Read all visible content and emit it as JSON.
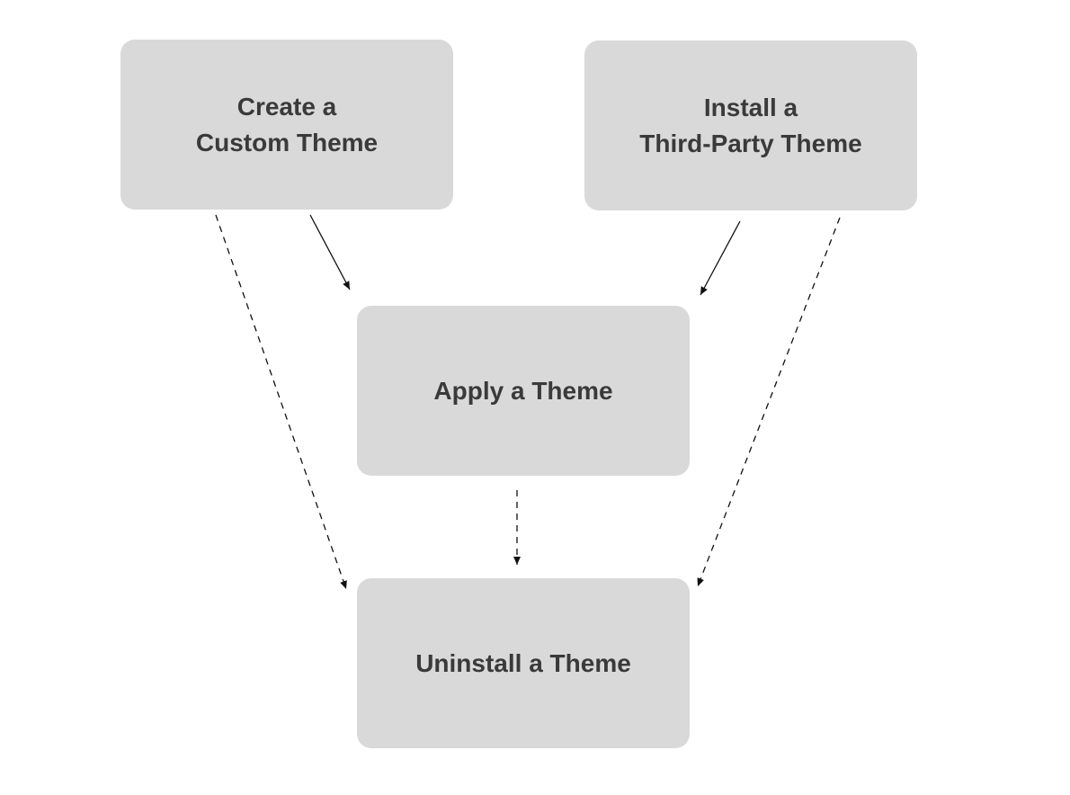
{
  "nodes": {
    "create": {
      "line1": "Create a",
      "line2": "Custom Theme"
    },
    "install": {
      "line1": "Install a",
      "line2": "Third-Party Theme"
    },
    "apply": {
      "line1": "Apply a Theme"
    },
    "uninstall": {
      "line1": "Uninstall a Theme"
    }
  },
  "edges": [
    {
      "from": "create",
      "to": "apply",
      "style": "solid"
    },
    {
      "from": "install",
      "to": "apply",
      "style": "solid"
    },
    {
      "from": "create",
      "to": "uninstall",
      "style": "dashed"
    },
    {
      "from": "install",
      "to": "uninstall",
      "style": "dashed"
    },
    {
      "from": "apply",
      "to": "uninstall",
      "style": "dashed"
    }
  ],
  "colors": {
    "node_fill": "#d9d9d9",
    "node_text": "#3a3a3a",
    "edge": "#111111",
    "background": "#ffffff"
  }
}
